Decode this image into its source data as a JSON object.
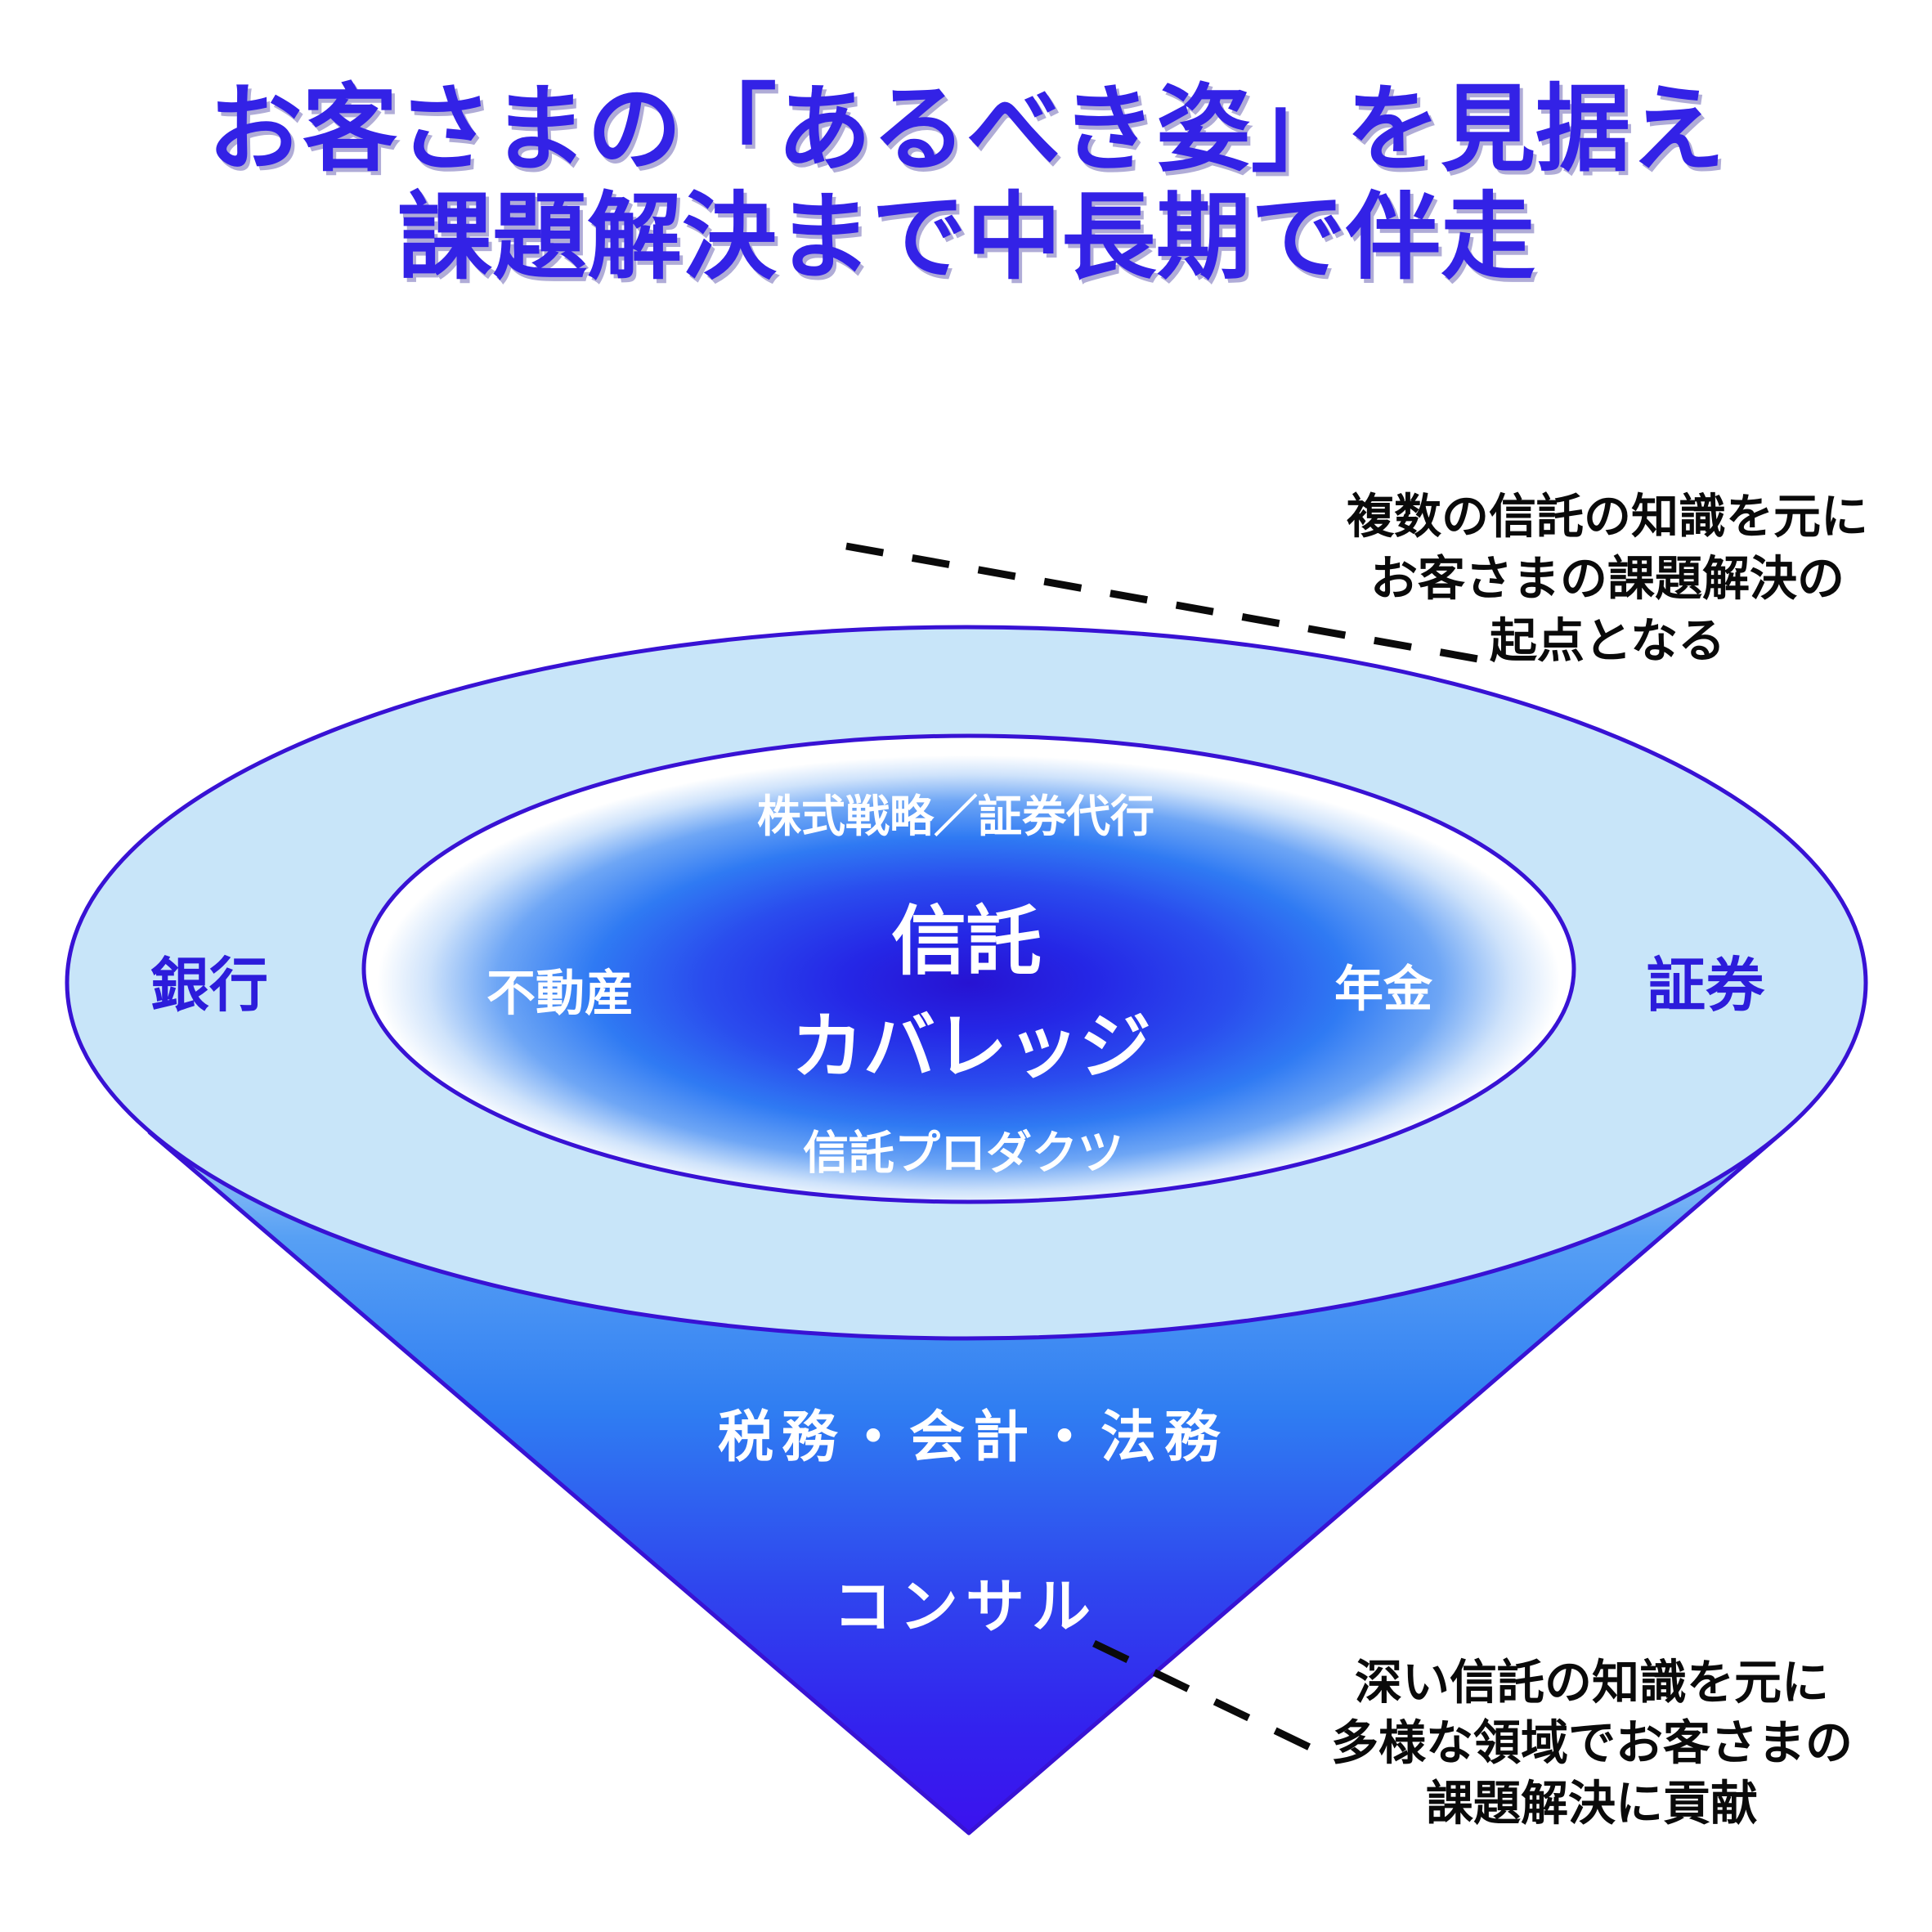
{
  "title": {
    "line1": "お客さまの「あるべき姿」を見据え",
    "line2": "課題解決まで中長期で伴走"
  },
  "ring": {
    "left_label": "銀行",
    "right_label": "証券"
  },
  "inner": {
    "top_label": "株式戦略／証券代行",
    "left_label": "不動産",
    "right_label": "年金",
    "center_line1": "信託",
    "center_line2": "カバレッジ",
    "bottom_label": "信託プロダクツ"
  },
  "funnel": {
    "mid_label": "税務・会計・法務",
    "bottom_label": "コンサル"
  },
  "annotations": {
    "top_right": {
      "line1": "複数の信託の知識を元に",
      "line2": "お客さまの課題解決の",
      "line3": "起点となる"
    },
    "bottom_right": {
      "line1": "深い信託の知識を元に",
      "line2": "多様な領域でお客さまの",
      "line3": "課題解決に貢献"
    }
  },
  "colors": {
    "background": "#ffffff",
    "title_text": "#3322e6",
    "outline": "#3812d4",
    "ring_fill": "#c8e5f9",
    "ring_label_text": "#2c1cdb",
    "inner_core": "#2713d2",
    "cone_deep": "#3b12ee",
    "diagram_label_text": "#ffffff",
    "annotation_text": "#0a0a0a"
  }
}
